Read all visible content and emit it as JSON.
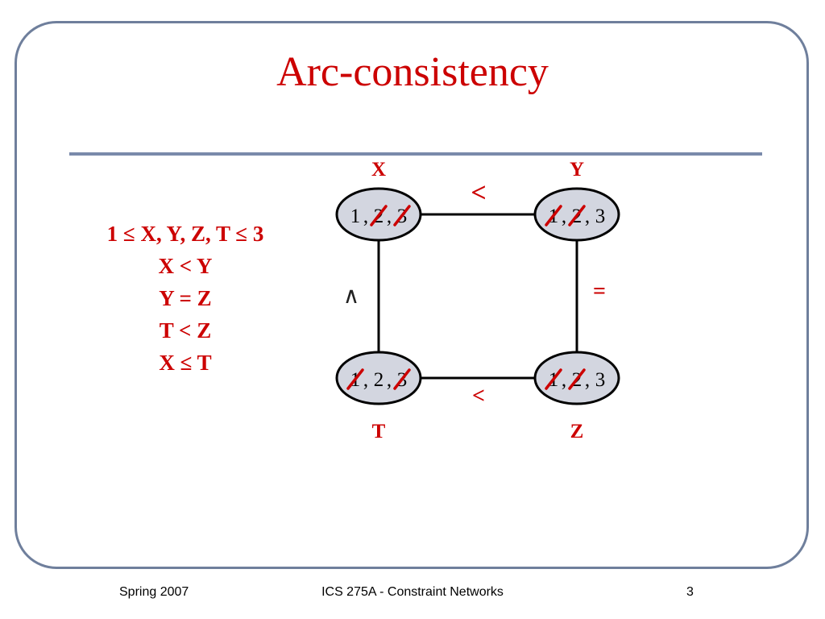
{
  "slide": {
    "title": "Arc-consistency",
    "constraints": [
      "1 ≤ X, Y, Z, T ≤ 3",
      "X < Y",
      "Y = Z",
      "T < Z",
      "X ≤ T"
    ]
  },
  "graph": {
    "nodes": [
      {
        "id": "X",
        "label": "X",
        "domain": [
          {
            "v": "1",
            "x": false
          },
          {
            "v": "2",
            "x": true
          },
          {
            "v": "3",
            "x": true
          }
        ]
      },
      {
        "id": "Y",
        "label": "Y",
        "domain": [
          {
            "v": "1",
            "x": true
          },
          {
            "v": "2",
            "x": true
          },
          {
            "v": "3",
            "x": false
          }
        ]
      },
      {
        "id": "T",
        "label": "T",
        "domain": [
          {
            "v": "1",
            "x": true
          },
          {
            "v": "2",
            "x": false
          },
          {
            "v": "3",
            "x": true
          }
        ]
      },
      {
        "id": "Z",
        "label": "Z",
        "domain": [
          {
            "v": "1",
            "x": true
          },
          {
            "v": "2",
            "x": true
          },
          {
            "v": "3",
            "x": false
          }
        ]
      }
    ],
    "edges": [
      {
        "from": "X",
        "to": "Y",
        "label": "<"
      },
      {
        "from": "Y",
        "to": "Z",
        "label": "="
      },
      {
        "from": "T",
        "to": "Z",
        "label": "<"
      },
      {
        "from": "X",
        "to": "T",
        "label": "∧"
      }
    ],
    "colors": {
      "node_fill": "#d3d6e0",
      "node_stroke": "#000000",
      "label": "#cc0000",
      "strike": "#cc0000"
    }
  },
  "footer": {
    "left": "Spring 2007",
    "center": "ICS 275A - Constraint Networks",
    "page": "3"
  }
}
